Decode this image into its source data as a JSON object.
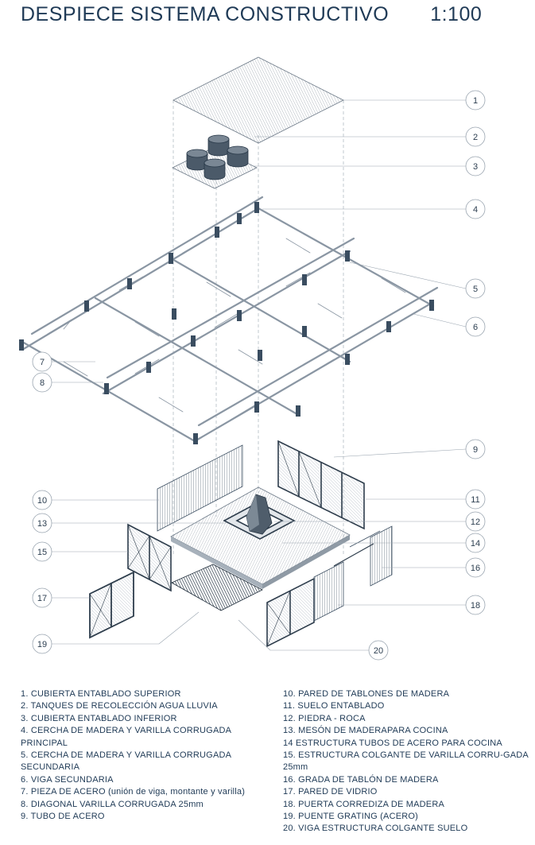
{
  "title": "DESPIECE SISTEMA CONSTRUCTIVO",
  "scale": "1:100",
  "callouts": [
    "1",
    "2",
    "3",
    "4",
    "5",
    "6",
    "7",
    "8",
    "9",
    "10",
    "11",
    "12",
    "13",
    "14",
    "15",
    "16",
    "17",
    "18",
    "19",
    "20"
  ],
  "legend_left": [
    "1. CUBIERTA ENTABLADO SUPERIOR",
    "2. TANQUES DE RECOLECCIÓN AGUA LLUVIA",
    "3. CUBIERTA ENTABLADO INFERIOR",
    "4. CERCHA DE MADERA Y VARILLA CORRUGADA PRINCIPAL",
    "5. CERCHA DE MADERA Y VARILLA CORRUGADA SECUNDARIA",
    "6. VIGA SECUNDARIA",
    "7. PIEZA DE ACERO (unión de viga, montante y varilla)",
    "8. DIAGONAL VARILLA CORRUGADA 25mm",
    "9. TUBO DE ACERO"
  ],
  "legend_right": [
    "10. PARED DE TABLONES DE MADERA",
    "11. SUELO ENTABLADO",
    "12. PIEDRA - ROCA",
    "13. MESÓN DE MADERAPARA COCINA",
    "14 ESTRUCTURA TUBOS DE ACERO PARA COCINA",
    "15. ESTRUCTURA COLGANTE DE VARILLA CORRU-GADA 25mm",
    "16. GRADA DE TABLÓN DE MADERA",
    "17. PARED DE VIDRIO",
    "18. PUERTA CORREDIZA DE MADERA",
    "19. PUENTE GRATING (ACERO)",
    "20. VIGA ESTRUCTURA COLGANTE SUELO"
  ],
  "colors": {
    "ink": "#1f3a56",
    "line": "#8a96a3",
    "steel": "#3a4d60",
    "wood": "#c9cdd2"
  }
}
